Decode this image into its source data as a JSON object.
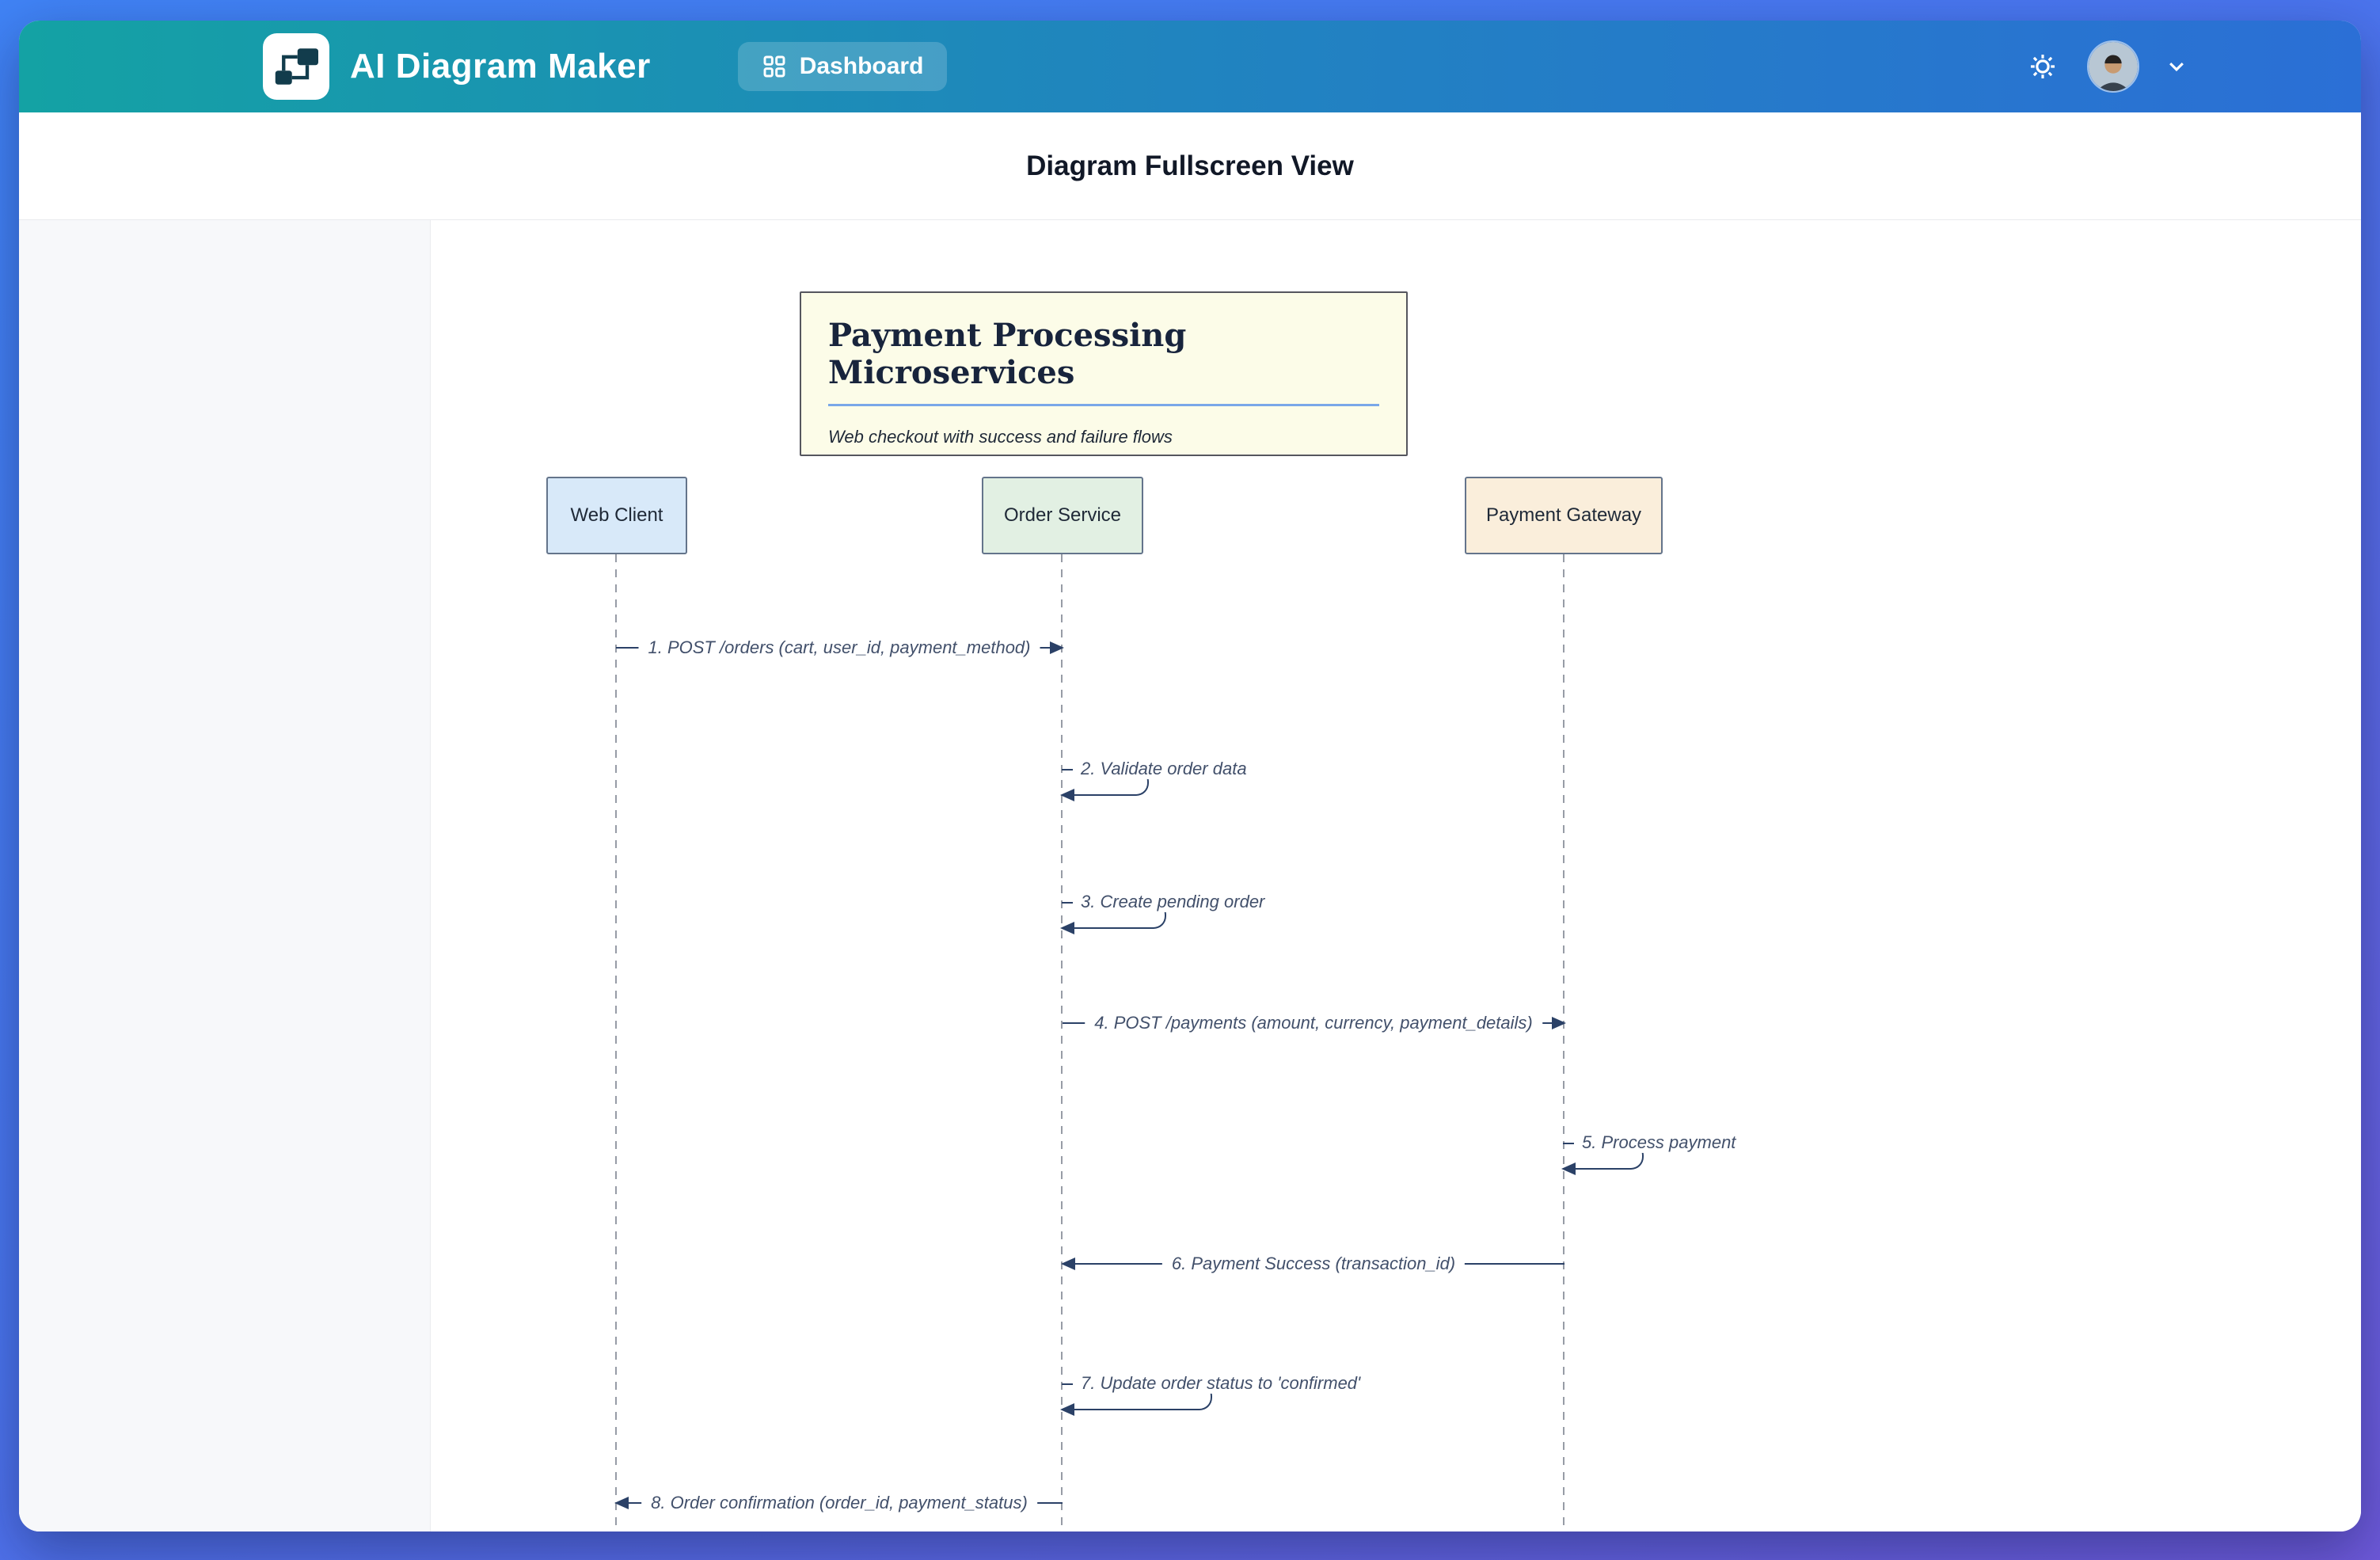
{
  "header": {
    "app_name": "AI Diagram Maker",
    "dashboard_button": "Dashboard"
  },
  "page": {
    "title": "Diagram Fullscreen View"
  },
  "diagram": {
    "title": "Payment Processing Microservices",
    "subtitle": "Web checkout with success and failure flows",
    "participants": [
      {
        "name": "Web Client",
        "color": "#d8e9f9"
      },
      {
        "name": "Order Service",
        "color": "#e2f0e3"
      },
      {
        "name": "Payment Gateway",
        "color": "#faeedb"
      }
    ],
    "messages": [
      {
        "n": 1,
        "label": "1. POST /orders (cart, user_id, payment_method)",
        "from": "Web Client",
        "to": "Order Service",
        "kind": "call"
      },
      {
        "n": 2,
        "label": "2. Validate order data",
        "from": "Order Service",
        "to": "Order Service",
        "kind": "self"
      },
      {
        "n": 3,
        "label": "3. Create pending order",
        "from": "Order Service",
        "to": "Order Service",
        "kind": "self"
      },
      {
        "n": 4,
        "label": "4. POST /payments (amount, currency, payment_details)",
        "from": "Order Service",
        "to": "Payment Gateway",
        "kind": "call"
      },
      {
        "n": 5,
        "label": "5. Process payment",
        "from": "Payment Gateway",
        "to": "Payment Gateway",
        "kind": "self"
      },
      {
        "n": 6,
        "label": "6. Payment Success (transaction_id)",
        "from": "Payment Gateway",
        "to": "Order Service",
        "kind": "return"
      },
      {
        "n": 7,
        "label": "7. Update order status to 'confirmed'",
        "from": "Order Service",
        "to": "Order Service",
        "kind": "self"
      },
      {
        "n": 8,
        "label": "8. Order confirmation (order_id, payment_status)",
        "from": "Order Service",
        "to": "Web Client",
        "kind": "return"
      }
    ]
  },
  "colors": {
    "header_gradient_start": "#14a2a4",
    "header_gradient_end": "#2b6fd6",
    "page_gradient_start": "#4083f5",
    "page_gradient_end": "#6e59da",
    "message_line": "#2b4167",
    "title_box_bg": "#fcfce8",
    "title_underline": "#79a7e8"
  }
}
